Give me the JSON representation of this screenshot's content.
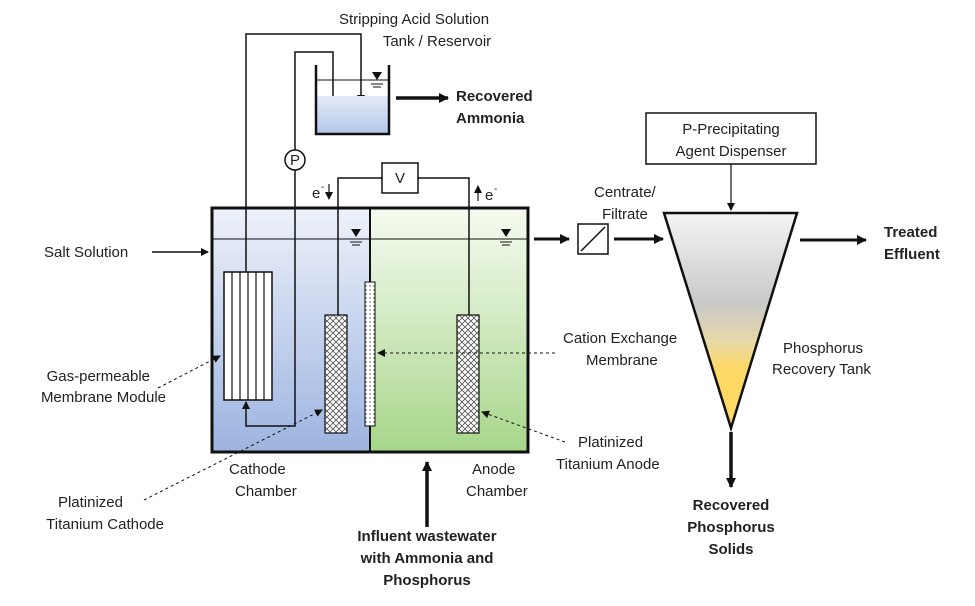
{
  "labels": {
    "stripping_tank_line1": "Stripping Acid Solution",
    "stripping_tank_line2": "Tank / Reservoir",
    "recovered_ammonia_line1": "Recovered",
    "recovered_ammonia_line2": "Ammonia",
    "pump": "P",
    "voltmeter": "V",
    "electron_left": "e",
    "electron_right": "e",
    "electron_superscript": "-",
    "salt_solution": "Salt Solution",
    "gas_membrane_line1": "Gas-permeable",
    "gas_membrane_line2": "Membrane Module",
    "cathode_chamber_line1": "Cathode",
    "cathode_chamber_line2": "Chamber",
    "anode_chamber_line1": "Anode",
    "anode_chamber_line2": "Chamber",
    "pt_cathode_line1": "Platinized",
    "pt_cathode_line2": "Titanium Cathode",
    "cation_membrane_line1": "Cation Exchange",
    "cation_membrane_line2": "Membrane",
    "pt_anode_line1": "Platinized",
    "pt_anode_line2": "Titanium Anode",
    "influent_line1": "Influent wastewater",
    "influent_line2": "with Ammonia and",
    "influent_line3": "Phosphorus",
    "centrate_line1": "Centrate/",
    "centrate_line2": "Filtrate",
    "dispenser_line1": "P-Precipitating",
    "dispenser_line2": "Agent Dispenser",
    "treated_line1": "Treated",
    "treated_line2": "Effluent",
    "recovery_tank_line1": "Phosphorus",
    "recovery_tank_line2": "Recovery Tank",
    "recovered_p_line1": "Recovered",
    "recovered_p_line2": "Phosphorus",
    "recovered_p_line3": "Solids"
  },
  "colors": {
    "cathode_fill_top": "#eef2fb",
    "cathode_fill_bottom": "#9db4e0",
    "anode_fill_top": "#f6fbf1",
    "anode_fill_bottom": "#a7d68a",
    "reservoir_water": "#c8d5ee",
    "cone_top": "#f2f2f2",
    "cone_grey": "#c9c9c9",
    "cone_yellow": "#ffd966",
    "line": "#111111"
  }
}
